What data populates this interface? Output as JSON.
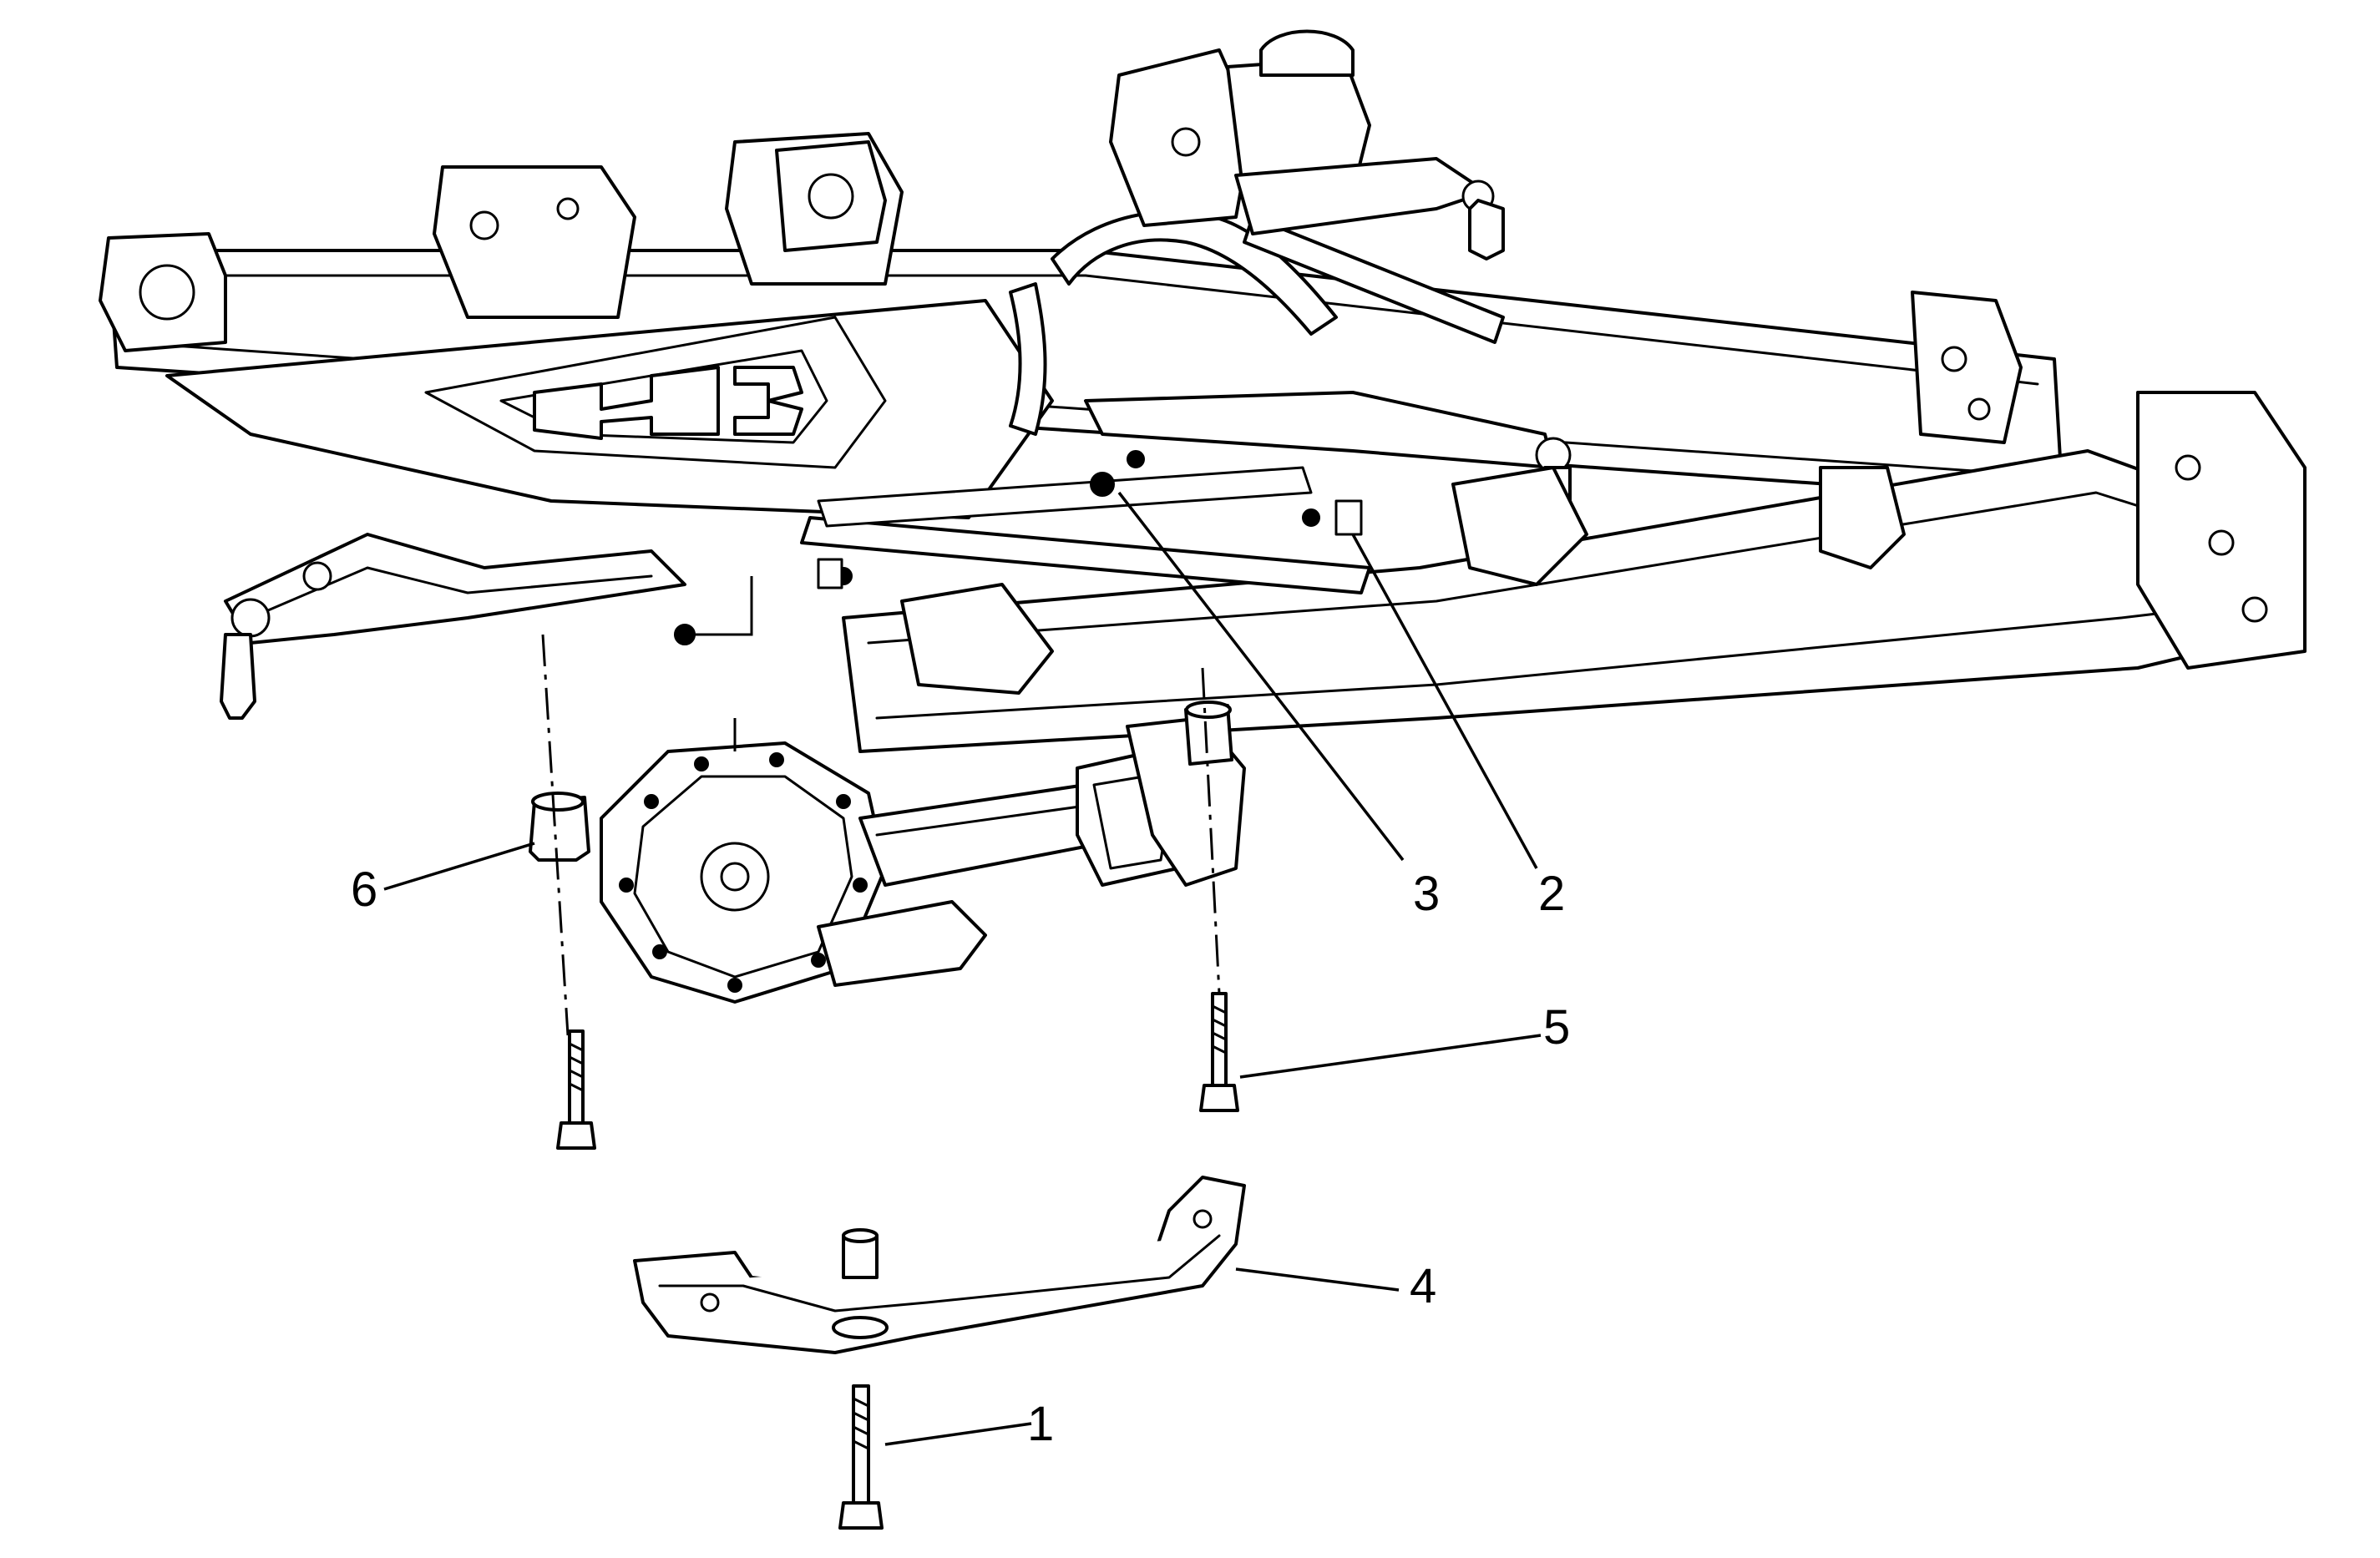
{
  "callouts": [
    {
      "id": "1",
      "label": "1"
    },
    {
      "id": "2",
      "label": "2"
    },
    {
      "id": "3",
      "label": "3"
    },
    {
      "id": "4",
      "label": "4"
    },
    {
      "id": "5",
      "label": "5"
    },
    {
      "id": "6",
      "label": "6"
    }
  ],
  "logo_text": "H3"
}
